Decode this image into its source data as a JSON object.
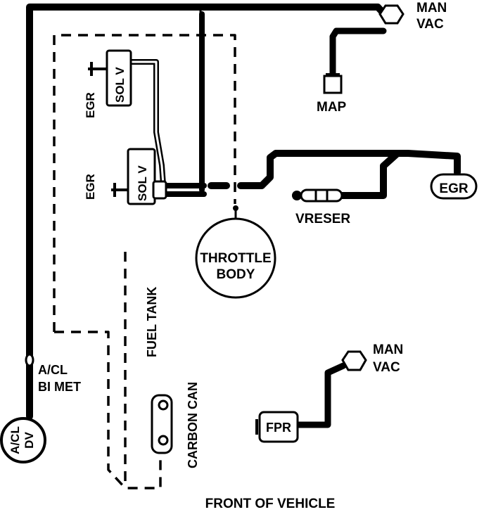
{
  "labels": {
    "man_vac_top_1": "MAN",
    "man_vac_top_2": "VAC",
    "map": "MAP",
    "egr_upper": "EGR",
    "egr_lower": "EGR",
    "sol_v_upper": "SOL V",
    "sol_v_lower": "SOL V",
    "egr_valve": "EGR",
    "vreser": "VRESER",
    "throttle_body_1": "THROTTLE",
    "throttle_body_2": "BODY",
    "fuel_tank": "FUEL TANK",
    "acl_bimet_1": "A/CL",
    "acl_bimet_2": "BI MET",
    "acl_dv_1": "A/CL",
    "acl_dv_2": "DV",
    "man_vac_bottom_1": "MAN",
    "man_vac_bottom_2": "VAC",
    "fpr": "FPR",
    "carbon_can": "CARBON CAN",
    "front_of_vehicle": "FRONT OF VEHICLE"
  },
  "colors": {
    "line": "#000000",
    "background": "#ffffff"
  }
}
